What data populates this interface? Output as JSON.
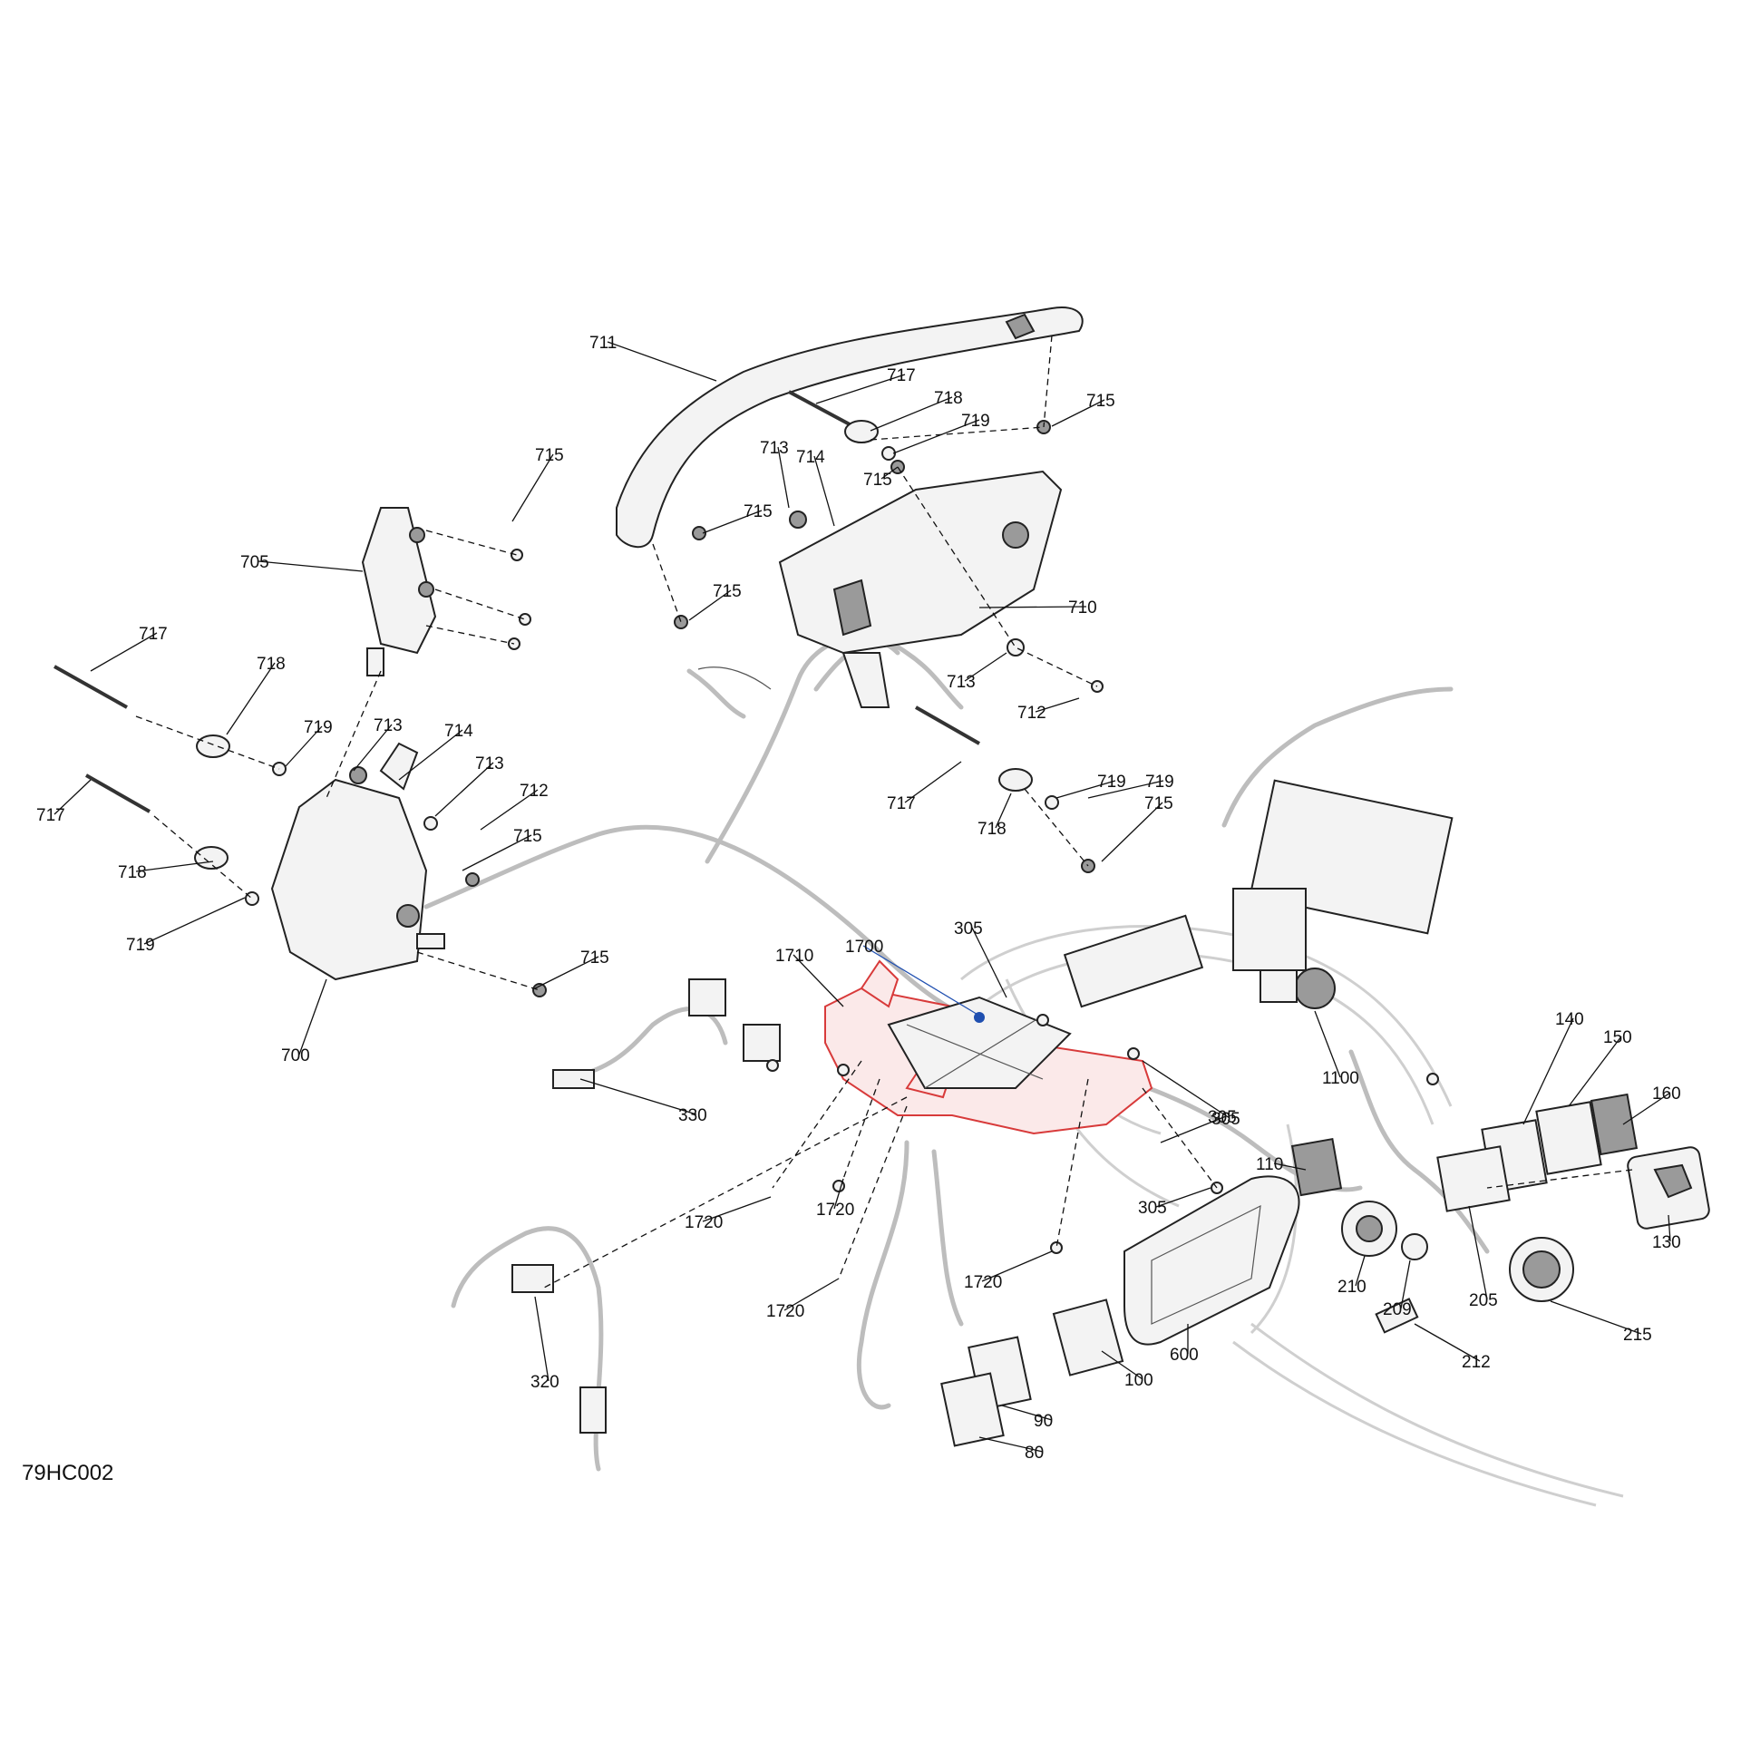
{
  "diagram": {
    "code": "79HC002",
    "colors": {
      "highlight": "#d83a3a",
      "selected_leader": "#1f4fb0",
      "line": "#111111",
      "harness": "#bdbdbd"
    },
    "callouts": [
      {
        "id": "c711",
        "label": "711"
      },
      {
        "id": "c717a",
        "label": "717"
      },
      {
        "id": "c718a",
        "label": "718"
      },
      {
        "id": "c719a",
        "label": "719"
      },
      {
        "id": "c715a",
        "label": "715"
      },
      {
        "id": "c713a",
        "label": "713"
      },
      {
        "id": "c714a",
        "label": "714"
      },
      {
        "id": "c715b",
        "label": "715"
      },
      {
        "id": "c715c",
        "label": "715"
      },
      {
        "id": "c715d",
        "label": "715"
      },
      {
        "id": "c715e",
        "label": "715"
      },
      {
        "id": "c705",
        "label": "705"
      },
      {
        "id": "c710",
        "label": "710"
      },
      {
        "id": "c713b",
        "label": "713"
      },
      {
        "id": "c712a",
        "label": "712"
      },
      {
        "id": "c717b",
        "label": "717"
      },
      {
        "id": "c718b",
        "label": "718"
      },
      {
        "id": "c719b",
        "label": "719"
      },
      {
        "id": "c717c",
        "label": "717"
      },
      {
        "id": "c719c",
        "label": "719"
      },
      {
        "id": "c713c",
        "label": "713"
      },
      {
        "id": "c714b",
        "label": "714"
      },
      {
        "id": "c713d",
        "label": "713"
      },
      {
        "id": "c712b",
        "label": "712"
      },
      {
        "id": "c717d",
        "label": "717"
      },
      {
        "id": "c718c",
        "label": "718"
      },
      {
        "id": "c715f",
        "label": "715"
      },
      {
        "id": "c718d",
        "label": "718"
      },
      {
        "id": "c719d",
        "label": "719"
      },
      {
        "id": "c715g",
        "label": "715"
      },
      {
        "id": "c719e",
        "label": "719"
      },
      {
        "id": "c700",
        "label": "700"
      },
      {
        "id": "c715h",
        "label": "715"
      },
      {
        "id": "c305a",
        "label": "305"
      },
      {
        "id": "c1700",
        "label": "1700"
      },
      {
        "id": "c1710",
        "label": "1710"
      },
      {
        "id": "c1100",
        "label": "1100"
      },
      {
        "id": "c305b",
        "label": "305"
      },
      {
        "id": "c305c",
        "label": "305"
      },
      {
        "id": "c140",
        "label": "140"
      },
      {
        "id": "c150",
        "label": "150"
      },
      {
        "id": "c160",
        "label": "160"
      },
      {
        "id": "c330",
        "label": "330"
      },
      {
        "id": "c110",
        "label": "110"
      },
      {
        "id": "c305d",
        "label": "305"
      },
      {
        "id": "c130",
        "label": "130"
      },
      {
        "id": "c1720a",
        "label": "1720"
      },
      {
        "id": "c1720b",
        "label": "1720"
      },
      {
        "id": "c1720c",
        "label": "1720"
      },
      {
        "id": "c1720d",
        "label": "1720"
      },
      {
        "id": "c210",
        "label": "210"
      },
      {
        "id": "c209",
        "label": "209"
      },
      {
        "id": "c205",
        "label": "205"
      },
      {
        "id": "c215",
        "label": "215"
      },
      {
        "id": "c212",
        "label": "212"
      },
      {
        "id": "c600",
        "label": "600"
      },
      {
        "id": "c100",
        "label": "100"
      },
      {
        "id": "c90",
        "label": "90"
      },
      {
        "id": "c80",
        "label": "80"
      },
      {
        "id": "c320",
        "label": "320"
      }
    ]
  }
}
